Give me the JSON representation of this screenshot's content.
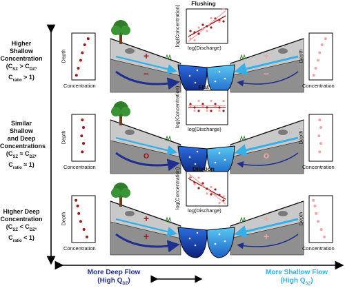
{
  "rows": [
    {
      "label_lines": [
        "Higher Shallow",
        "Concentration"
      ],
      "cond_main": "(C",
      "cond_sub1": "SZ",
      "cond_mid": " > C",
      "cond_sub2": "DZ",
      "cond_end": ",",
      "ratio_main": "C",
      "ratio_sub": "ratio",
      "ratio_end": " > 1)",
      "pattern": "Flushing",
      "left_marker": "+",
      "left_deep_marker": "−",
      "right_marker": "+",
      "right_deep_marker": "−"
    },
    {
      "label_lines": [
        "Similar Shallow",
        "and Deep",
        "Concentrations"
      ],
      "cond_main": "(C",
      "cond_sub1": "SZ",
      "cond_mid": " ≈ C",
      "cond_sub2": "DZ",
      "cond_end": ",",
      "ratio_main": "C",
      "ratio_sub": "ratio",
      "ratio_end": " ≈ 1)",
      "pattern": "Flat",
      "left_marker": "",
      "left_deep_marker": "o",
      "right_marker": "",
      "right_deep_marker": "o"
    },
    {
      "label_lines": [
        "Higher Deep",
        "Concentration"
      ],
      "cond_main": "(C",
      "cond_sub1": "SZ",
      "cond_mid": " < C",
      "cond_sub2": "DZ",
      "cond_end": ",",
      "ratio_main": "C",
      "ratio_sub": "ratio",
      "ratio_end": " < 1)",
      "pattern": "Dilution",
      "left_marker": "+",
      "left_deep_marker": "+",
      "right_marker": "+",
      "right_deep_marker": "+"
    }
  ],
  "profile_axes": {
    "y": "Depth",
    "x": "Concentration"
  },
  "inset_axes": {
    "y": "log(Concentration)",
    "x": "log(Discharge)"
  },
  "bottom": {
    "left_title": "More Deep Flow",
    "left_sub_main": "(High Q",
    "left_sub_sub": "DZ",
    "left_sub_end": ")",
    "right_title": "More Shallow Flow",
    "right_sub_main": "(High Q",
    "right_sub_sub": "SZ",
    "right_sub_end": ")"
  },
  "colors": {
    "deep": "#1f2f8f",
    "shallow": "#35b0e8",
    "dark_point": "#9b1b1b",
    "light_point": "#f2a5a5",
    "soil": "#c9c9c9",
    "deep_soil": "#8f8f8f"
  }
}
